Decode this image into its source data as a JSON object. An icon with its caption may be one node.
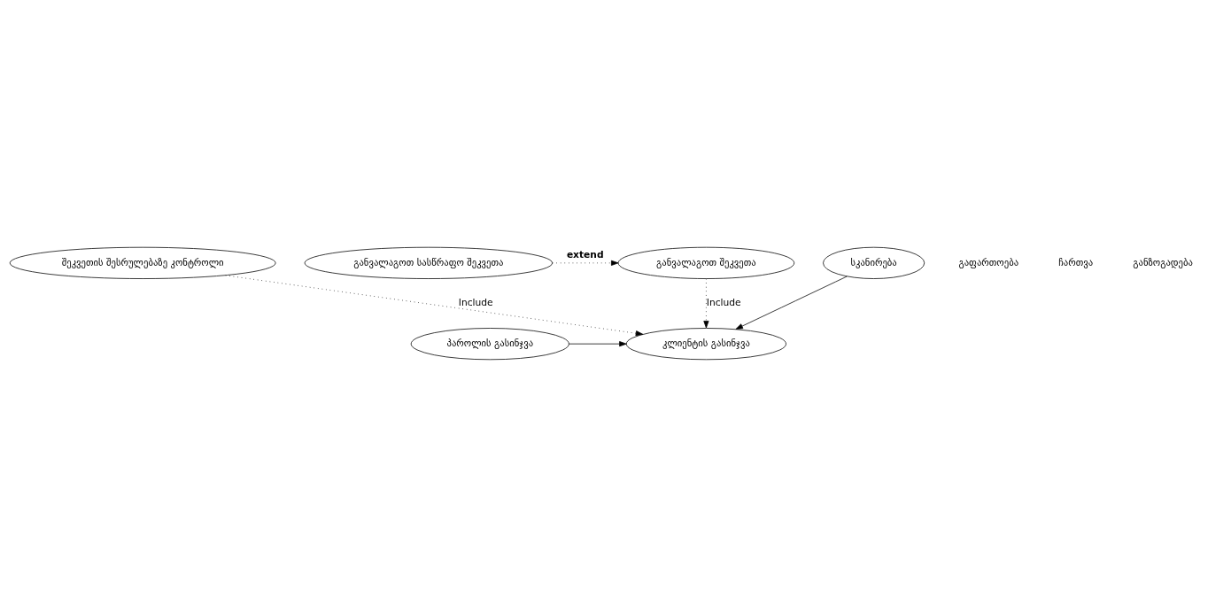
{
  "diagram": {
    "nodes": [
      {
        "text": [
          "შეკვეთის შესრულებაზე კონტროლი"
        ]
      },
      {
        "text": [
          "განვალაგოთ შეკვეთა"
        ]
      },
      {
        "text": [
          "განვალაგოთ სასწრაფო შეკვეთა"
        ]
      },
      {
        "text": [
          "კლიენტის გასინჯვა"
        ]
      },
      {
        "text": [
          "პაროლის გასინჯვა"
        ]
      },
      {
        "text": [
          "სკანირება"
        ]
      }
    ],
    "edges": [
      {
        "from": 0,
        "to": 3,
        "arrow": "to",
        "style": "dashed",
        "label": "Include"
      },
      {
        "from": 1,
        "to": 3,
        "arrow": "to",
        "style": "dashed",
        "label": "Include"
      },
      {
        "from": 2,
        "to": 1,
        "arrow": "to",
        "style": "dashed",
        "label": "extend"
      },
      {
        "from": 4,
        "to": 3,
        "arrow": "to"
      },
      {
        "from": 5,
        "to": 3,
        "arrow": "to"
      }
    ],
    "labels": [
      "გაფართოება",
      "ჩართვა",
      "განზოგადება"
    ]
  }
}
